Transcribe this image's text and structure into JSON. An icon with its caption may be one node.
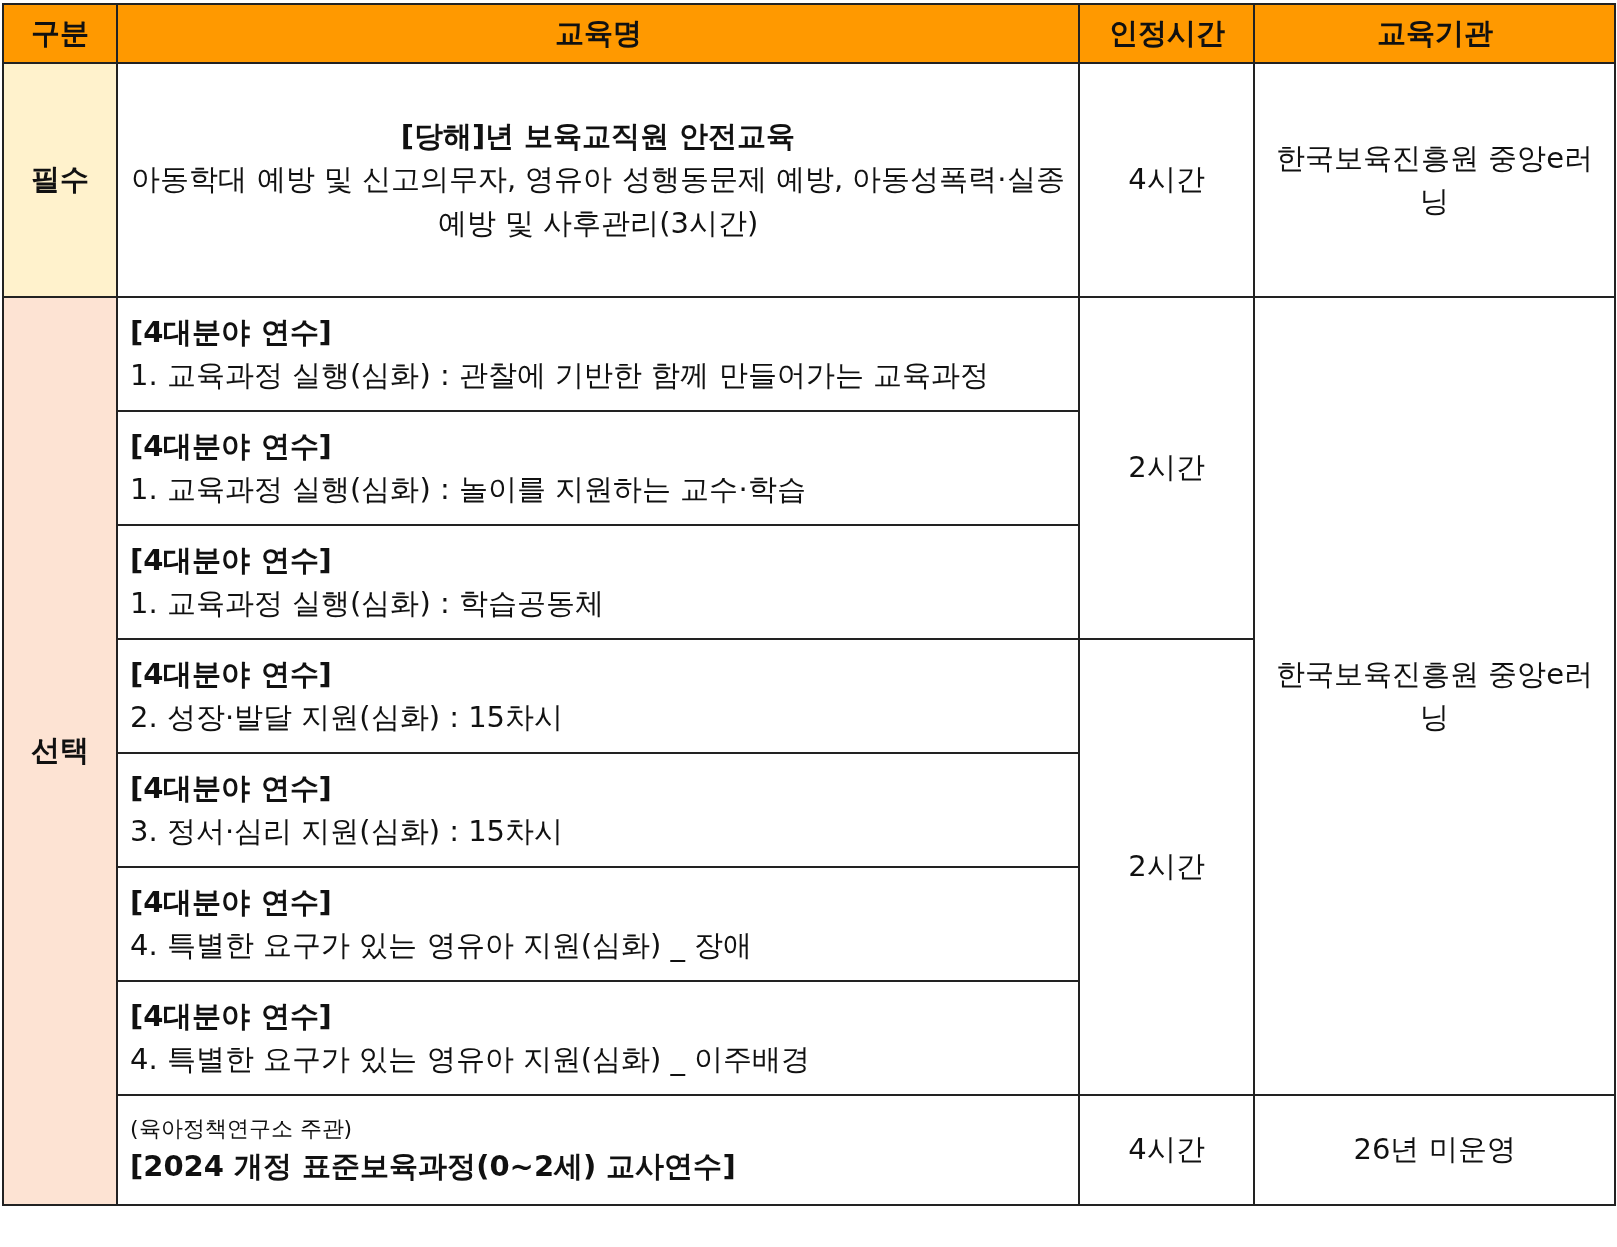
{
  "diagram": {
    "labels": [
      "구분",
      "교육명",
      "인정시간",
      "교육기관",
      "필수",
      "[당해]년 보육교직원 안전교육",
      "아동학대 예방 및 신고의무자, 영유아 성행동문제 예방, 아동성폭력·실종예방 및 사후관리(3시간)",
      "4시간",
      "한국보육진흥원 중앙e러닝",
      "선택",
      "[4대분야 연수]",
      "1. 교육과정 실행(심화) : 관찰에 기반한 함께 만들어가는 교육과정",
      "2시간",
      "한국보육진흥원 중앙e러닝",
      "[4대분야 연수]",
      "1. 교육과정 실행(심화) : 놀이를 지원하는 교수·학습",
      "[4대분야 연수]",
      "1. 교육과정 실행(심화) : 학습공동체",
      "[4대분야 연수]",
      "2. 성장·발달 지원(심화) : 15차시",
      "2시간",
      "[4대분야 연수]",
      "3. 정서·심리 지원(심화) : 15차시",
      "[4대분야 연수]",
      "4. 특별한 요구가 있는 영유아 지원(심화) _ 장애",
      "[4대분야 연수]",
      "4. 특별한 요구가 있는 영유아 지원(심화) _ 이주배경",
      "(육아정책연구소 주관)",
      "[2024 개정 표준보육과정(0~2세) 교사연수]",
      "4시간",
      "26년 미운영"
    ]
  }
}
